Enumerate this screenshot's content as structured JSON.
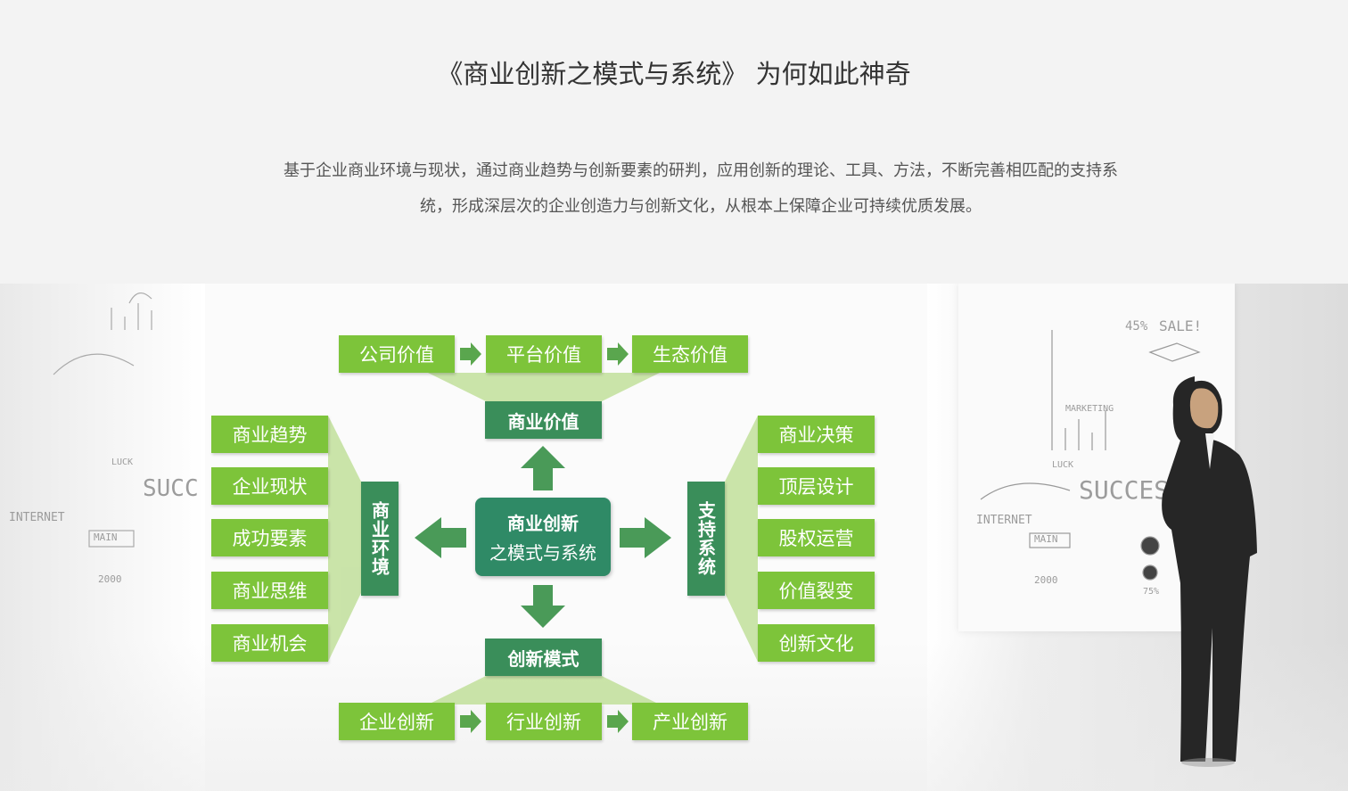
{
  "header": {
    "title": "《商业创新之模式与系统》 为何如此神奇",
    "desc_line1": "基于企业商业环境与现状，通过商业趋势与创新要素的研判，应用创新的理论、工具、方法，不断完善相匹配的支持系",
    "desc_line2": "统，形成深层次的企业创造力与创新文化，从根本上保障企业可持续优质发展。"
  },
  "diagram": {
    "colors": {
      "light": "#7dc43a",
      "dark": "#3a8e5a",
      "center": "#2f8a66",
      "fan": "#b9dc8e"
    },
    "top_row": [
      "公司价值",
      "平台价值",
      "生态价值"
    ],
    "top_hub": "商业价值",
    "bottom_row": [
      "企业创新",
      "行业创新",
      "产业创新"
    ],
    "bottom_hub": "创新模式",
    "left_list": [
      "商业趋势",
      "企业现状",
      "成功要素",
      "商业思维",
      "商业机会"
    ],
    "left_hub": "商业环境",
    "right_list": [
      "商业决策",
      "顶层设计",
      "股权运营",
      "价值裂变",
      "创新文化"
    ],
    "right_hub": "支持系统",
    "center_line1": "商业创新",
    "center_line2": "之模式与系统"
  },
  "background": {
    "sketch_texts": [
      "SUCC",
      "SUCCES",
      "INTERNET",
      "MAIN",
      "2000",
      "MARKETING",
      "SALE!",
      "45%",
      "75%",
      "LUCK"
    ]
  }
}
